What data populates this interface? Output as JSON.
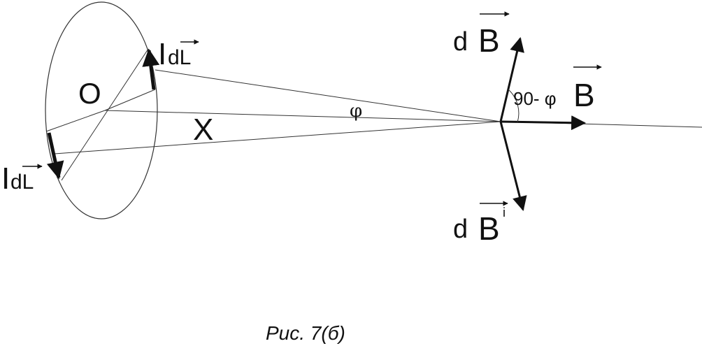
{
  "labels": {
    "center": "O",
    "distance": "X",
    "angle_phi": "φ",
    "current_top_I": "I",
    "current_top_dL": "dL",
    "current_bottom_I": "I",
    "current_bottom_dL": "dL",
    "dB_top_d": "d",
    "dB_top_B": "B",
    "dB_bottom_d": "d",
    "dB_bottom_B": "B",
    "dB_bottom_prime": "i",
    "angle_text": "90- φ",
    "B_result": "B"
  },
  "caption": "Рис. 7(б)"
}
